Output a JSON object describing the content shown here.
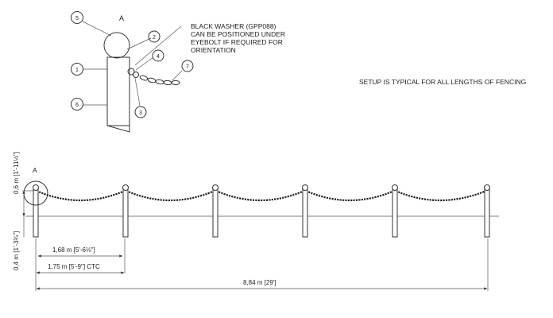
{
  "detail": {
    "view_label": "A",
    "callouts": [
      "1",
      "2",
      "3",
      "4",
      "5",
      "6",
      "7"
    ],
    "washer_note": [
      "BLACK WASHER (GPP088)",
      "CAN BE POSITIONED UNDER",
      "EYEBOLT IF REQUIRED FOR",
      "ORIENTATION"
    ]
  },
  "setup_note": "SETUP IS TYPICAL FOR ALL LENGTHS OF FENCING",
  "elevation": {
    "detail_marker": "A",
    "height_dim": "0,6 m [1'-11½\"]",
    "ground_dim": "0,4 m [1'-3¾\"]",
    "clear_span_dim": "1,68 m [5'-6⅛\"]",
    "ctc_dim": "1,75 m [5'-9\"] CTC",
    "total_dim": "8,84 m [29']",
    "post_count": 6
  }
}
